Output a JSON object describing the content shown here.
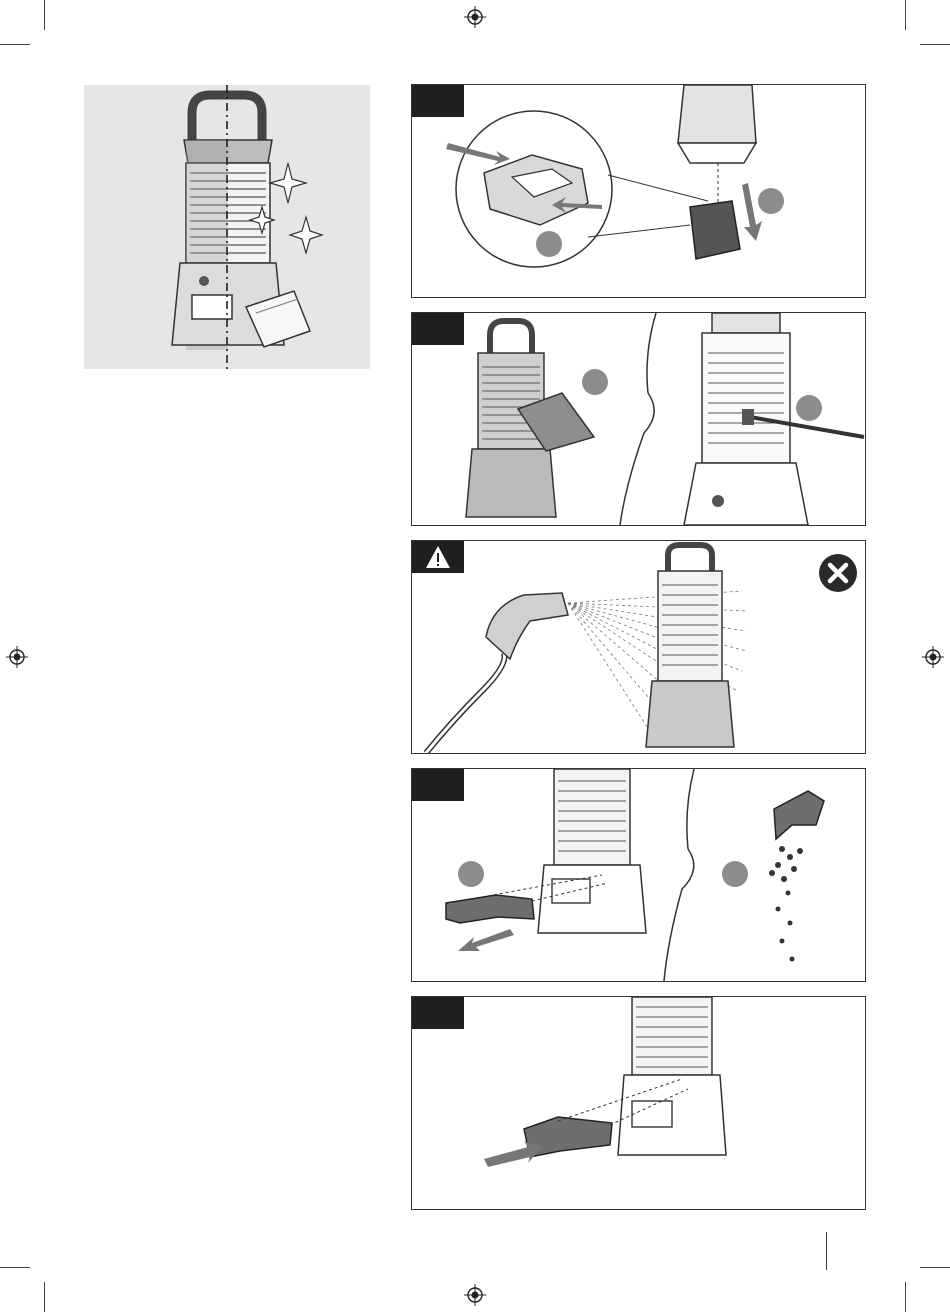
{
  "page": {
    "background": "#ffffff",
    "panel_border": "#333333",
    "tab_color": "#1f1f1f",
    "callout_color": "#8c8c8c"
  },
  "icons": {
    "registration_mark": "crosshair-circle",
    "warning": "warning-triangle-icon",
    "prohibited": "x-circle-icon"
  },
  "figures": [
    {
      "id": "hero",
      "depicts": "lantern-half-cleaned-with-sparkles-and-cloth"
    },
    {
      "id": "fig-1",
      "depicts": "remove-battery-cover-detail"
    },
    {
      "id": "fig-2",
      "depicts": "wipe-with-cloth-and-brush-grid"
    },
    {
      "id": "fig-3",
      "depicts": "do-not-spray-with-hose"
    },
    {
      "id": "fig-4",
      "depicts": "remove-and-empty-collection-tray"
    },
    {
      "id": "fig-5",
      "depicts": "reinsert-collection-tray"
    }
  ]
}
